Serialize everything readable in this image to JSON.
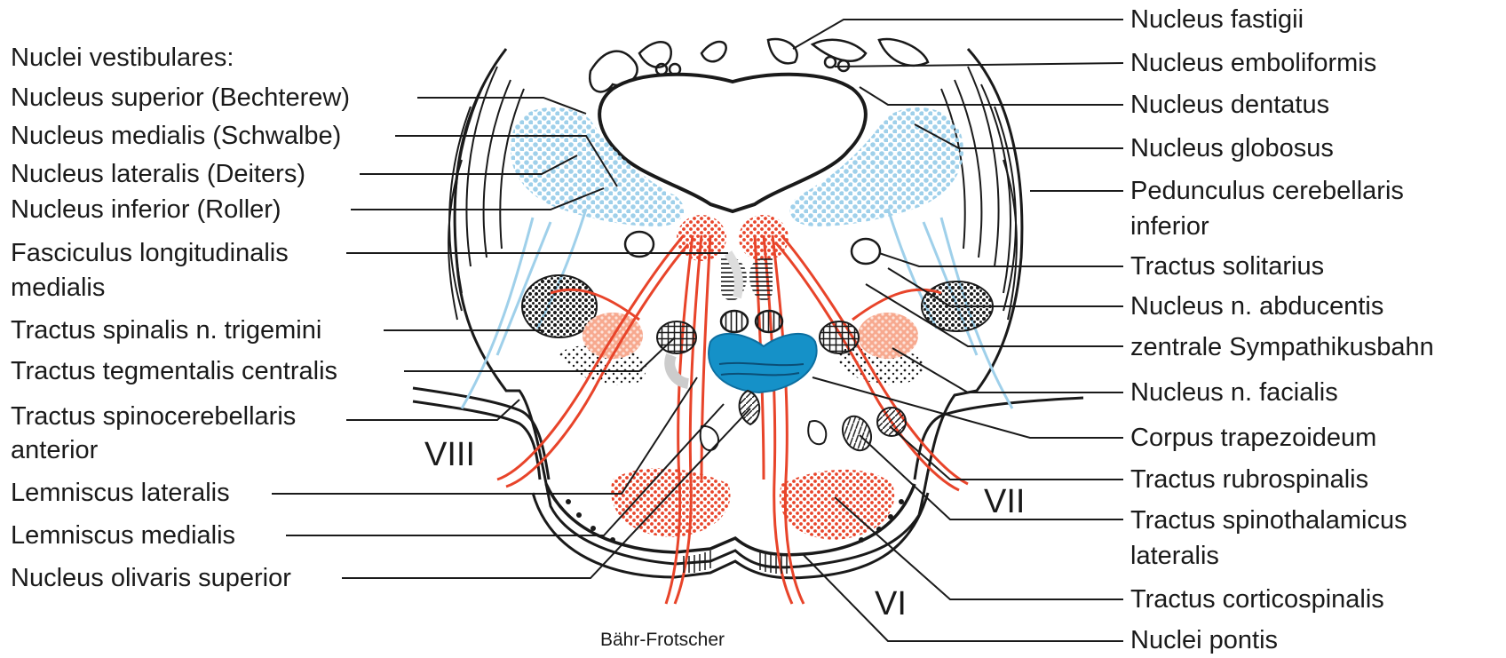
{
  "figure": {
    "credit": "Bähr-Frotscher",
    "colors": {
      "nuclei_vestibular": "#9fd0ea",
      "tracts_red": "#e8442a",
      "facial_nucleus": "#f59a82",
      "trapezoid_body": "#1591c8",
      "line": "#1a1a1a"
    }
  },
  "left_labels": {
    "heading": "Nuclei vestibulares:",
    "superior": "Nucleus superior (Bechterew)",
    "medialis": "Nucleus medialis (Schwalbe)",
    "lateralis": "Nucleus lateralis (Deiters)",
    "inferior": "Nucleus inferior (Roller)",
    "flm_1": "Fasciculus longitudinalis",
    "flm_2": "medialis",
    "trigemini": "Tractus spinalis n. trigemini",
    "tegmentalis": "Tractus tegmentalis centralis",
    "spinocereb_1": "Tractus spinocerebellaris",
    "spinocereb_2": "anterior",
    "lemn_lat": "Lemniscus lateralis",
    "lemn_med": "Lemniscus medialis",
    "olivaris": "Nucleus olivaris superior"
  },
  "right_labels": {
    "fastigii": "Nucleus fastigii",
    "emboliformis": "Nucleus emboliformis",
    "dentatus": "Nucleus dentatus",
    "globosus": "Nucleus globosus",
    "pedunculus_1": "Pedunculus cerebellaris",
    "pedunculus_2": "inferior",
    "solitarius": "Tractus solitarius",
    "abducentis": "Nucleus n. abducentis",
    "sympathikus": "zentrale Sympathikusbahn",
    "facialis": "Nucleus n. facialis",
    "trapezoideum": "Corpus trapezoideum",
    "rubrospinalis": "Tractus rubrospinalis",
    "spinothal_1": "Tractus spinothalamicus",
    "spinothal_2": "lateralis",
    "corticospinalis": "Tractus corticospinalis",
    "pontis": "Nuclei pontis"
  },
  "nerves": {
    "viii": "VIII",
    "vii": "VII",
    "vi": "VI"
  }
}
